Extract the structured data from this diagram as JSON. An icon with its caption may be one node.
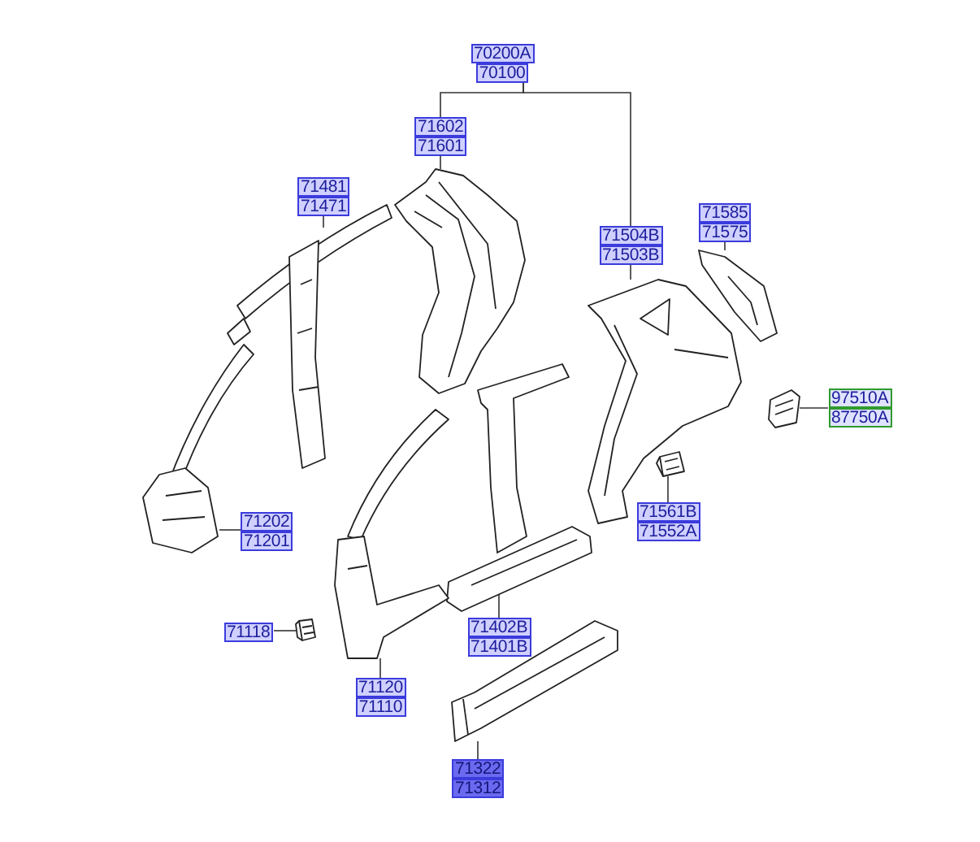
{
  "diagram": {
    "nodes": [
      {
        "text": [
          "70200A",
          "70100"
        ]
      },
      {
        "text": [
          "71602",
          "71601"
        ]
      },
      {
        "text": [
          "71481",
          "71471"
        ]
      },
      {
        "text": [
          "71504B",
          "71503B"
        ]
      },
      {
        "text": [
          "71585",
          "71575"
        ]
      },
      {
        "text": [],
        "shape": "picture"
      },
      {
        "text": [],
        "shape": "picture"
      },
      {
        "text": [],
        "shape": "picture"
      },
      {
        "text": [],
        "shape": "picture"
      },
      {
        "text": [],
        "shape": "picture"
      },
      {
        "text": [
          "97510A",
          "87750A"
        ]
      },
      {
        "text": [],
        "shape": "picture"
      },
      {
        "text": [
          "71202",
          "71201"
        ]
      },
      {
        "text": [],
        "shape": "picture"
      },
      {
        "text": [
          "71561B",
          "71552A"
        ]
      },
      {
        "text": [
          "71118"
        ]
      },
      {
        "text": [],
        "shape": "picture"
      },
      {
        "text": [],
        "shape": "picture"
      },
      {
        "text": [],
        "shape": "picture"
      },
      {
        "text": [
          "71402B",
          "71401B"
        ]
      },
      {
        "text": [
          "71120",
          "71110"
        ]
      },
      {
        "text": [],
        "shape": "picture"
      },
      {
        "text": [
          "71322",
          "71312"
        ]
      }
    ],
    "edges": [
      {
        "from": 0,
        "to": 1,
        "arrow": "none"
      },
      {
        "from": 0,
        "to": 3,
        "arrow": "none"
      },
      {
        "from": 1,
        "to": 5,
        "arrow": "none"
      },
      {
        "from": 2,
        "to": 6,
        "arrow": "none"
      },
      {
        "from": 3,
        "to": 7,
        "arrow": "none"
      },
      {
        "from": 4,
        "to": 8,
        "arrow": "none"
      },
      {
        "from": 10,
        "to": 9,
        "arrow": "none"
      },
      {
        "from": 12,
        "to": 11,
        "arrow": "none"
      },
      {
        "from": 14,
        "to": 13,
        "arrow": "none"
      },
      {
        "from": 15,
        "to": 16,
        "arrow": "none"
      },
      {
        "from": 19,
        "to": 17,
        "arrow": "none"
      },
      {
        "from": 20,
        "to": 18,
        "arrow": "none"
      },
      {
        "from": 22,
        "to": 21,
        "arrow": "none"
      }
    ]
  }
}
